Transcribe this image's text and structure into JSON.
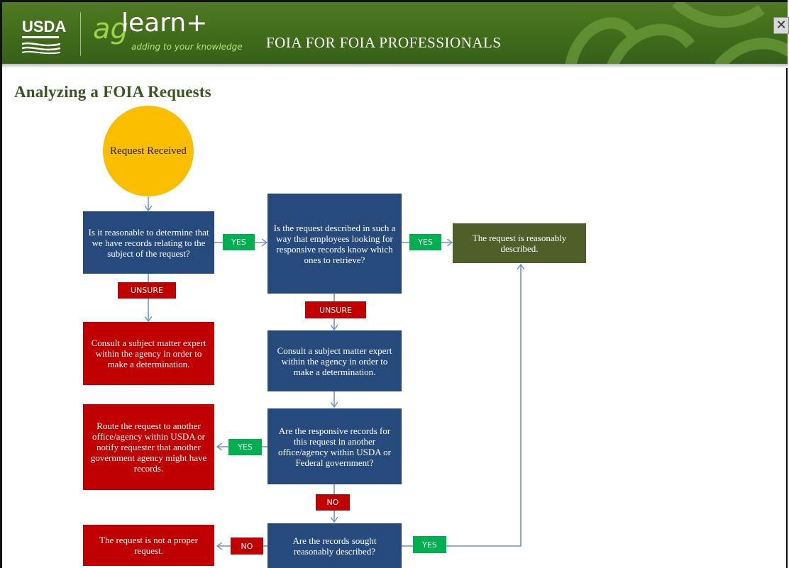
{
  "header": {
    "logo_text": "USDA",
    "brand_ag": "ag",
    "brand_learn": "learn+",
    "tagline": "adding to your knowledge",
    "course_title": "FOIA FOR FOIA PROFESSIONALS",
    "close_icon": "close-icon",
    "close_glyph": "✕"
  },
  "page": {
    "title": "Analyzing  a FOIA Requests"
  },
  "colors": {
    "header_green": "#4f7a22",
    "node_blue": "#264a7c",
    "node_red": "#c00000",
    "node_olive": "#4e5f2a",
    "start_yellow": "#fbbd00",
    "yes_green": "#00b050",
    "arrow": "#6d93c4"
  },
  "flowchart": {
    "start": "Request Received",
    "q1": "Is it reasonable to determine that we have records relating to the subject of the request?",
    "q2": "Is the request described in such a way that employees looking for responsive records know which ones to retrieve?",
    "result_described": "The request is reasonably described.",
    "consult_left": "Consult a subject matter expert within the agency in order to make a determination.",
    "consult_middle": "Consult a subject matter expert within the agency in order to make a determination.",
    "q3": "Are the responsive records for this request in another office/agency within USDA  or Federal government?",
    "route": "Route the request to another office/agency within USDA  or notify requester that another government agency might have records.",
    "q4": "Are the records sought reasonably described?",
    "not_proper": "The request is not a proper request.",
    "labels": {
      "yes_1": "YES",
      "yes_2": "YES",
      "unsure_1": "UNSURE",
      "unsure_2": "UNSURE",
      "yes_3": "YES",
      "no_1": "NO",
      "no_2": "NO",
      "yes_4": "YES"
    }
  }
}
